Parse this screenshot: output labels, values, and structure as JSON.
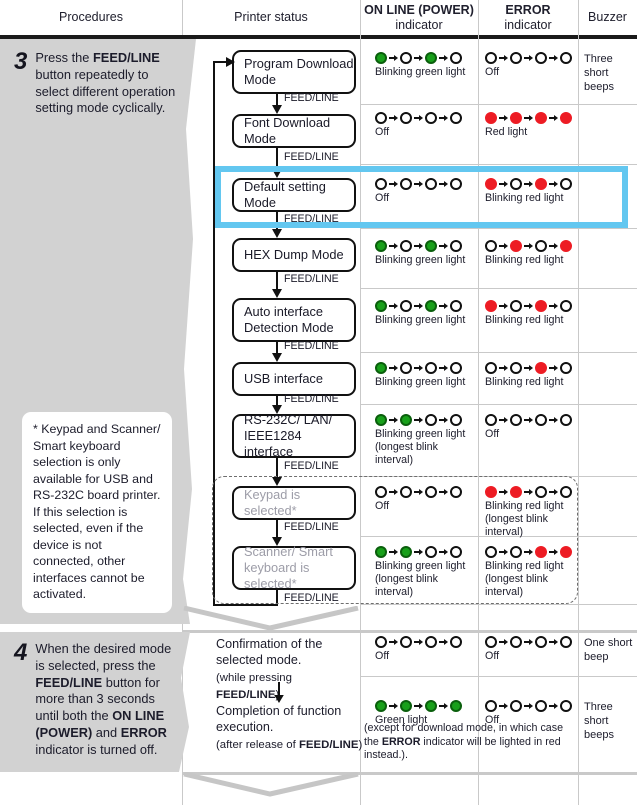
{
  "header": {
    "procedures": "Procedures",
    "printer_status": "Printer status",
    "online_bold": "ON LINE (POWER)",
    "online_sub": "indicator",
    "error_bold": "ERROR",
    "error_sub": "indicator",
    "buzzer": "Buzzer"
  },
  "steps": [
    {
      "number": "3",
      "text_html": "Press the <b>FEED/LINE</b> button repeatedly to select different operation setting mode cyclically."
    },
    {
      "number": "4",
      "text_html": "When the desired mode is selected, press the <b>FEED/LINE</b> button for more than 3 seconds until both the <b>ON LINE (POWER)</b> and <b>ERROR</b> indicator is turned off."
    }
  ],
  "note": "* Keypad and Scanner/ Smart keyboard selection is only available for USB and RS-232C board printer. If this selection is selected, even if the device is not connected, other interfaces cannot be activated.",
  "transition_label": "FEED/LINE",
  "flow_modes": [
    {
      "label": "Program Download Mode",
      "dim": false
    },
    {
      "label": "Font Download Mode",
      "dim": false
    },
    {
      "label": "Default setting Mode",
      "dim": false
    },
    {
      "label": "HEX Dump Mode",
      "dim": false
    },
    {
      "label": "Auto interface\nDetection Mode",
      "dim": false
    },
    {
      "label": "USB interface",
      "dim": false
    },
    {
      "label": "RS-232C/ LAN/\nIEEE1284 interface",
      "dim": false
    },
    {
      "label": "Keypad is selected*",
      "dim": true
    },
    {
      "label": "Scanner/ Smart\nkeyboard is selected*",
      "dim": true
    }
  ],
  "rows": [
    {
      "online": {
        "pattern": [
          "green",
          "off",
          "green",
          "off"
        ],
        "caption": "Blinking green light"
      },
      "error": {
        "pattern": [
          "off",
          "off",
          "off",
          "off"
        ],
        "caption": "Off"
      },
      "buzzer": "Three\nshort\nbeeps"
    },
    {
      "online": {
        "pattern": [
          "off",
          "off",
          "off",
          "off"
        ],
        "caption": "Off"
      },
      "error": {
        "pattern": [
          "red",
          "red",
          "red",
          "red"
        ],
        "caption": "Red light"
      },
      "buzzer": ""
    },
    {
      "online": {
        "pattern": [
          "off",
          "off",
          "off",
          "off"
        ],
        "caption": "Off"
      },
      "error": {
        "pattern": [
          "red",
          "off",
          "red",
          "off"
        ],
        "caption": "Blinking red light"
      },
      "buzzer": ""
    },
    {
      "online": {
        "pattern": [
          "green",
          "off",
          "green",
          "off"
        ],
        "caption": "Blinking green light"
      },
      "error": {
        "pattern": [
          "off",
          "red",
          "off",
          "red"
        ],
        "caption": "Blinking red light"
      },
      "buzzer": ""
    },
    {
      "online": {
        "pattern": [
          "green",
          "off",
          "green",
          "off"
        ],
        "caption": "Blinking green light"
      },
      "error": {
        "pattern": [
          "red",
          "off",
          "red",
          "off"
        ],
        "caption": "Blinking red light"
      },
      "buzzer": ""
    },
    {
      "online": {
        "pattern": [
          "green",
          "off",
          "off",
          "off"
        ],
        "caption": "Blinking green light"
      },
      "error": {
        "pattern": [
          "off",
          "off",
          "red",
          "off"
        ],
        "caption": "Blinking red light"
      },
      "buzzer": ""
    },
    {
      "online": {
        "pattern": [
          "green",
          "green",
          "off",
          "off"
        ],
        "caption": "Blinking green light\n(longest blink interval)"
      },
      "error": {
        "pattern": [
          "off",
          "off",
          "off",
          "off"
        ],
        "caption": "Off"
      },
      "buzzer": ""
    },
    {
      "online": {
        "pattern": [
          "off",
          "off",
          "off",
          "off"
        ],
        "caption": "Off"
      },
      "error": {
        "pattern": [
          "red",
          "red",
          "off",
          "off"
        ],
        "caption": "Blinking red light\n(longest blink interval)"
      },
      "buzzer": ""
    },
    {
      "online": {
        "pattern": [
          "green",
          "green",
          "off",
          "off"
        ],
        "caption": "Blinking green light\n(longest blink interval)"
      },
      "error": {
        "pattern": [
          "off",
          "off",
          "red",
          "red"
        ],
        "caption": "Blinking red light\n(longest blink interval)"
      },
      "buzzer": ""
    }
  ],
  "step4_rows": [
    {
      "status_html": "Confirmation of the<br>selected mode.<br><span class=\"sml\">(while pressing <b>FEED/LINE</b>)</span>",
      "online": {
        "pattern": [
          "off",
          "off",
          "off",
          "off"
        ],
        "caption": "Off"
      },
      "error": {
        "pattern": [
          "off",
          "off",
          "off",
          "off"
        ],
        "caption": "Off"
      },
      "buzzer": "One short\nbeep"
    },
    {
      "status_html": "Completion of function<br>execution.<br><span class=\"sml\">(after release of <b>FEED/LINE</b>)</span>",
      "online": {
        "pattern": [
          "green",
          "green",
          "green",
          "green"
        ],
        "caption": "Green light"
      },
      "error": {
        "pattern": [
          "off",
          "off",
          "off",
          "off"
        ],
        "caption": "Off"
      },
      "buzzer": "Three\nshort\nbeeps"
    }
  ],
  "step4_footnote_html": "(except for download mode, in which case the <b>ERROR</b> indicator will be lighted in red instead.).",
  "colors": {
    "highlight": "#63c7f0",
    "led_green": "#18a01a",
    "led_red": "#ed1c24",
    "panel_gray": "#d2d2d2",
    "rule_black": "#1a1a1a"
  }
}
